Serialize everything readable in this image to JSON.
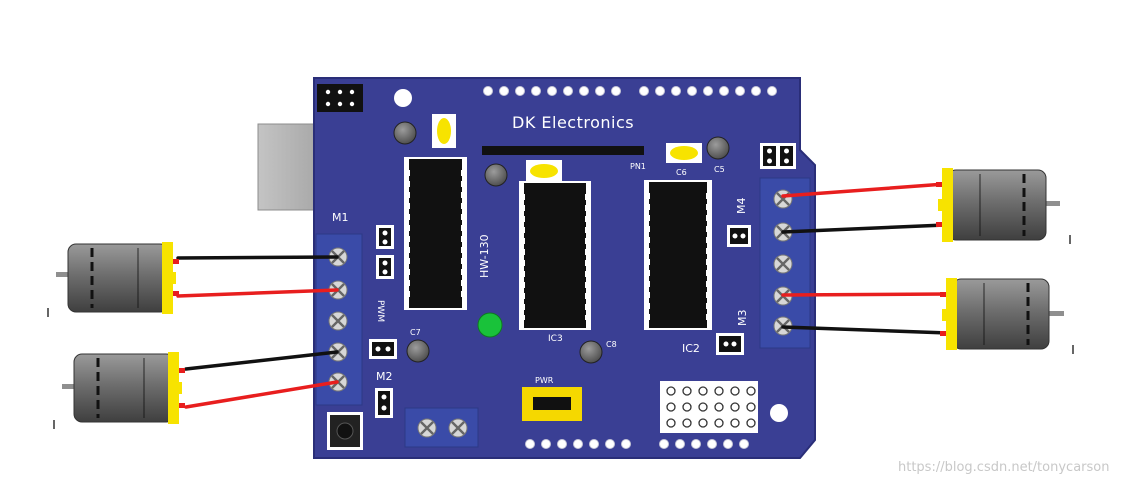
{
  "board": {
    "brand": "DK Electronics",
    "model": "HW-130",
    "colors": {
      "pcb": "#3a3f94",
      "pcb_dark": "#2e3380",
      "terminal": "#3a4ba8",
      "chip": "#111111",
      "led": "#19c23a",
      "cap_yellow": "#f7e300",
      "jumper": "#f5d800",
      "wire_red": "#e81e1e",
      "wire_black": "#111111"
    },
    "labels": {
      "m1": "M1",
      "m2": "M2",
      "m3": "M3",
      "m4": "M4",
      "pwm": "PWM",
      "pwr": "PWR",
      "ic2": "IC2",
      "ic3": "IC3",
      "c5": "C5",
      "c6": "C6",
      "c7": "C7",
      "c8": "C8",
      "pn1": "PN1"
    }
  },
  "motors": [
    {
      "id": "left-top",
      "side": "left",
      "wires": [
        "black",
        "red"
      ]
    },
    {
      "id": "left-bottom",
      "side": "left",
      "wires": [
        "black",
        "red"
      ]
    },
    {
      "id": "right-top",
      "side": "right",
      "wires": [
        "red",
        "black"
      ]
    },
    {
      "id": "right-bottom",
      "side": "right",
      "wires": [
        "red",
        "black"
      ]
    }
  ],
  "watermark": "https://blog.csdn.net/tonycarson"
}
